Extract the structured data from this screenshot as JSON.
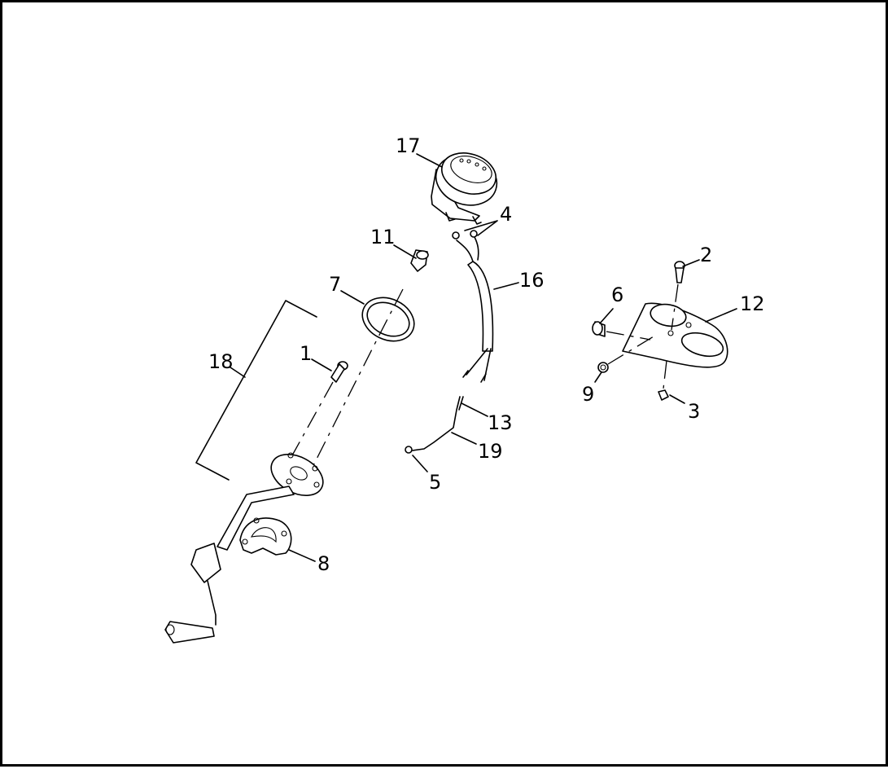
{
  "callouts": [
    {
      "id": "c17",
      "label": "17"
    },
    {
      "id": "c4",
      "label": "4"
    },
    {
      "id": "c11",
      "label": "11"
    },
    {
      "id": "c16",
      "label": "16"
    },
    {
      "id": "c2",
      "label": "2"
    },
    {
      "id": "c6",
      "label": "6"
    },
    {
      "id": "c12",
      "label": "12"
    },
    {
      "id": "c7",
      "label": "7"
    },
    {
      "id": "c18",
      "label": "18"
    },
    {
      "id": "c1",
      "label": "1"
    },
    {
      "id": "c9",
      "label": "9"
    },
    {
      "id": "c3",
      "label": "3"
    },
    {
      "id": "c13",
      "label": "13"
    },
    {
      "id": "c19",
      "label": "19"
    },
    {
      "id": "c5",
      "label": "5"
    },
    {
      "id": "c8",
      "label": "8"
    }
  ]
}
